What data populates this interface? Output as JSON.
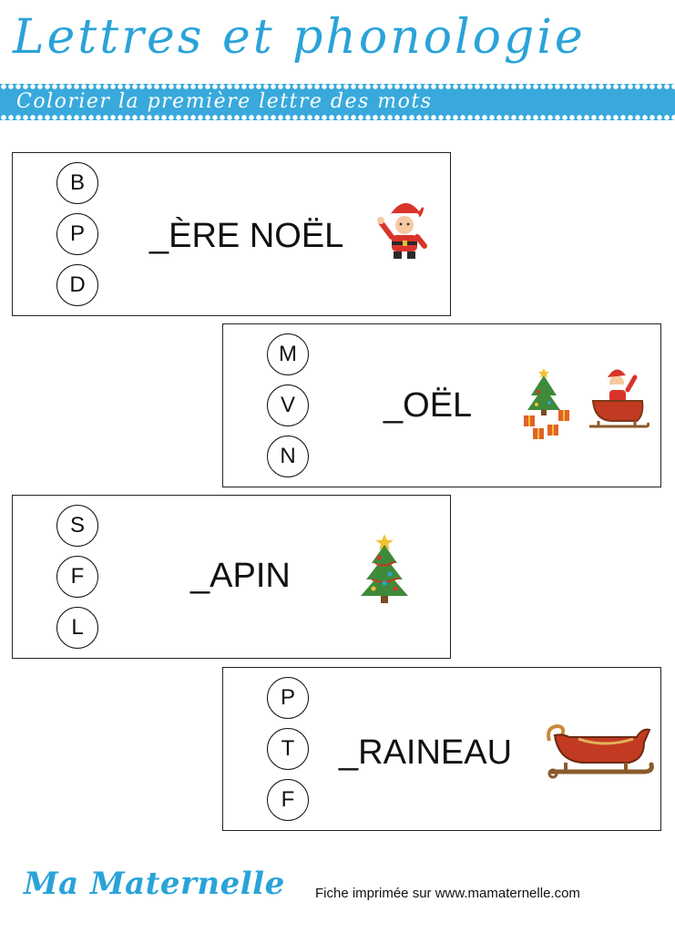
{
  "header": {
    "title": "Lettres et phonologie",
    "subtitle": "Colorier la première lettre des mots"
  },
  "exercises": [
    {
      "letters": [
        "B",
        "P",
        "D"
      ],
      "word": "_ÈRE NOËL",
      "illustration": "santa-claus-icon"
    },
    {
      "letters": [
        "M",
        "V",
        "N"
      ],
      "word": "_OËL",
      "illustration": "christmas-tree-gifts-sleigh-icon"
    },
    {
      "letters": [
        "S",
        "F",
        "L"
      ],
      "word": "_APIN",
      "illustration": "christmas-tree-icon"
    },
    {
      "letters": [
        "P",
        "T",
        "F"
      ],
      "word": "_RAINEAU",
      "illustration": "sleigh-icon"
    }
  ],
  "footer": {
    "brand": "Ma Maternelle",
    "note": "Fiche imprimée sur www.mamaternelle.com"
  },
  "colors": {
    "accent": "#39a9dc",
    "title": "#2aa3d8",
    "santa_red": "#d9342b",
    "tree_green": "#3f8a3a",
    "sleigh_red": "#c33a22"
  }
}
